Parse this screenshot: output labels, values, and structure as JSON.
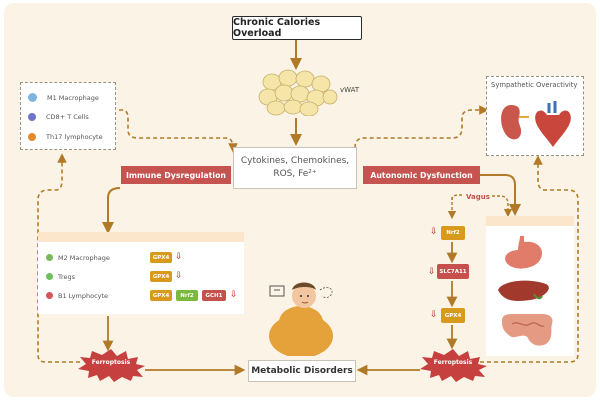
{
  "title": "Chronic Calories Overload",
  "vwat_label": "vWAT",
  "center": {
    "line1": "Cytokines, Chemokines,",
    "line2": "ROS, Fe²⁺"
  },
  "immune_label": "Immune Dysregulation",
  "autonomic_label": "Autonomic Dysfunction",
  "sympathetic_label": "Sympathetic Overactivity",
  "vagus_label": "Vagus",
  "left_legend": {
    "items": [
      {
        "label": "M1 Macrophage",
        "color": "#7fb6dd"
      },
      {
        "label": "CD8+ T Cells",
        "color": "#6f74c9"
      },
      {
        "label": "Th17 lymphocyte",
        "color": "#e58a2a"
      }
    ]
  },
  "lower_left": {
    "rows": [
      {
        "label": "M2 Macrophage",
        "color": "#79b85c",
        "boxes": [
          "GPX4"
        ]
      },
      {
        "label": "Tregs",
        "color": "#6fbf5b",
        "boxes": [
          "GPX4"
        ]
      },
      {
        "label": "B1 Lymphocyte",
        "color": "#d6545c",
        "boxes": [
          "GPX4",
          "Nrf2",
          "GCH1"
        ]
      }
    ]
  },
  "vagus_chain": [
    "Nrf2",
    "SLC7A11",
    "GPX4"
  ],
  "ferroptosis_label": "Ferroptosis",
  "metabolic_label": "Metabolic Disorders",
  "colors": {
    "background": "#fbf3e5",
    "red": "#c55450",
    "gold": "#d79a1c",
    "green": "#7bb83e"
  }
}
